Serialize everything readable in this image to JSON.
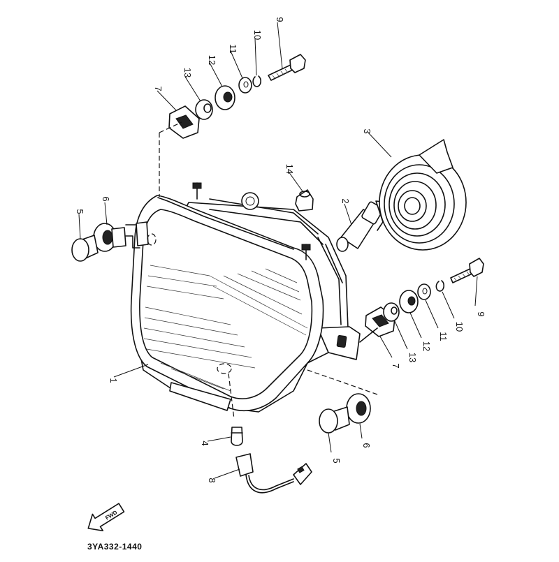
{
  "diagram": {
    "drawing_code": "3YA332-1440",
    "arrow_text": "FWD",
    "callouts": [
      {
        "id": "c1",
        "label": "1"
      },
      {
        "id": "c2",
        "label": "2"
      },
      {
        "id": "c3",
        "label": "3"
      },
      {
        "id": "c4",
        "label": "4"
      },
      {
        "id": "c5a",
        "label": "5"
      },
      {
        "id": "c5b",
        "label": "5"
      },
      {
        "id": "c6a",
        "label": "6"
      },
      {
        "id": "c6b",
        "label": "6"
      },
      {
        "id": "c7a",
        "label": "7"
      },
      {
        "id": "c7b",
        "label": "7"
      },
      {
        "id": "c8",
        "label": "8"
      },
      {
        "id": "c9a",
        "label": "9"
      },
      {
        "id": "c9b",
        "label": "9"
      },
      {
        "id": "c10a",
        "label": "10"
      },
      {
        "id": "c10b",
        "label": "10"
      },
      {
        "id": "c11a",
        "label": "11"
      },
      {
        "id": "c11b",
        "label": "11"
      },
      {
        "id": "c12a",
        "label": "12"
      },
      {
        "id": "c12b",
        "label": "12"
      },
      {
        "id": "c13a",
        "label": "13"
      },
      {
        "id": "c13b",
        "label": "13"
      },
      {
        "id": "c14",
        "label": "14"
      }
    ]
  }
}
